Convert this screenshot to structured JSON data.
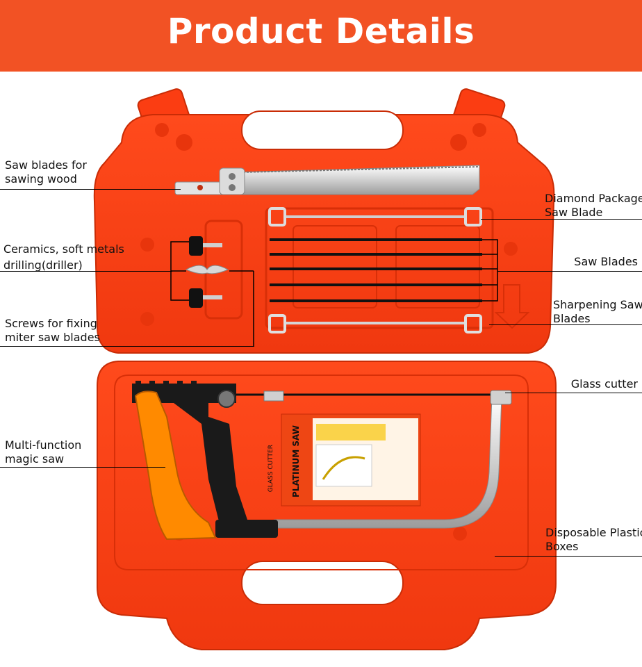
{
  "banner": {
    "title": "Product Details",
    "color": "#f25224"
  },
  "colors": {
    "case": "#fb3d12",
    "case_dark": "#d92f0a",
    "handle": "#ff8a00",
    "steel": "#e6e6e6"
  },
  "saw_box_print": {
    "brand": "PLATINUM SAW",
    "side_text": "GLASS CUTTER"
  },
  "labels": {
    "saw_blades_wood": {
      "line1": "Saw blades for",
      "line2": "sawing wood"
    },
    "ceramics": {
      "line1": "Ceramics, soft metals",
      "line2": "drilling(driller)"
    },
    "screws": {
      "line1": "Screws for fixing",
      "line2": "miter saw blades"
    },
    "multi_function": {
      "line1": "Multi-function",
      "line2": "magic saw"
    },
    "diamond": {
      "line1": "Diamond Package",
      "line2": "Saw Blade"
    },
    "saw_blades": {
      "line1": "Saw Blades"
    },
    "sharpening": {
      "line1": "Sharpening Saw",
      "line2": "Blades"
    },
    "glass_cutter": {
      "line1": "Glass cutter"
    },
    "disposable": {
      "line1": "Disposable Plastic",
      "line2": "Boxes"
    }
  }
}
